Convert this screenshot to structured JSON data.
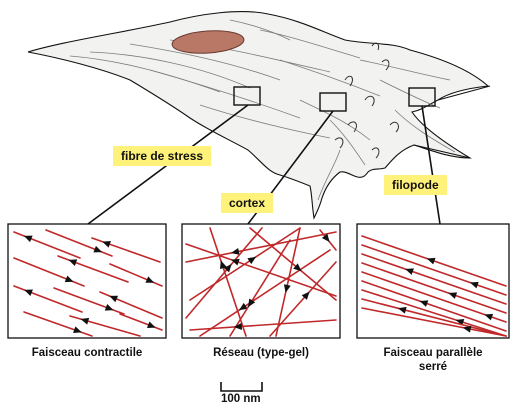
{
  "labels": {
    "stress_fiber": "fibre de stress",
    "cortex": "cortex",
    "filopodium": "filopode"
  },
  "captions": {
    "contractile": "Faisceau contractile",
    "network": "Réseau (type-gel)",
    "parallel_line1": "Faisceau parallèle",
    "parallel_line2": "serré"
  },
  "scale_bar": {
    "label": "100 nm"
  },
  "colors": {
    "actin": "#c0282a",
    "nucleus": "#b97766",
    "label_bg": "#fff27a",
    "outline": "#111111"
  }
}
